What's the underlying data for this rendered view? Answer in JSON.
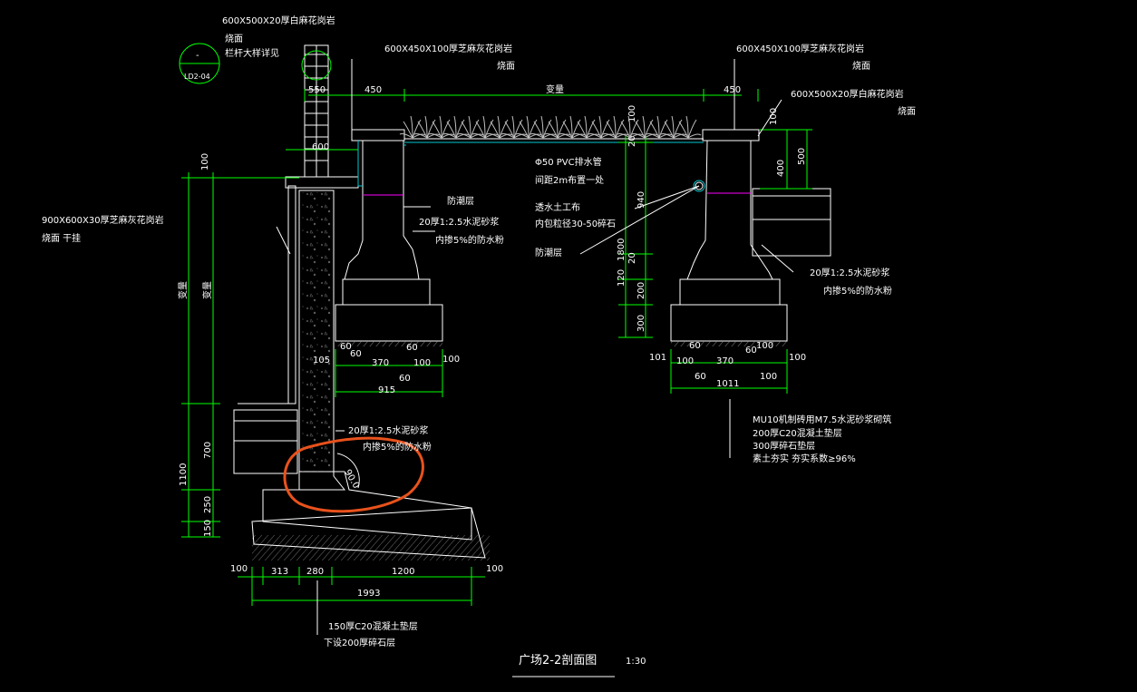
{
  "colors": {
    "background": "#000000",
    "dimension": "#00ff00",
    "outline": "#ffffff",
    "hatch": "#9a9a9a",
    "layer_cyan": "#00c8d0",
    "damp_proof": "#ff00ff",
    "highlight_circle": "#e8521c"
  },
  "title": {
    "name": "广场2-2剖面图",
    "scale": "1:30"
  },
  "detail_ref": {
    "top": "-",
    "bottom": "LD2-04"
  },
  "notes": {
    "railing_top_1": "600X500X20厚白麻花岗岩",
    "railing_top_2": "烧面",
    "railing_top_3": "栏杆大样详见",
    "left_cap_1": "600X450X100厚芝麻灰花岗岩",
    "left_cap_2": "烧面",
    "right_cap_1": "600X450X100厚芝麻灰花岗岩",
    "right_cap_2": "烧面",
    "right_paving_1": "600X500X20厚白麻花岗岩",
    "right_paving_2": "烧面",
    "wall_cladding_1": "900X600X30厚芝麻灰花岗岩",
    "wall_cladding_2": "烧面  干挂",
    "damp_left": "防潮层",
    "mortar_left_1": "20厚1:2.5水泥砂浆",
    "mortar_left_2": "内掺5%的防水粉",
    "drain_1": "Φ50 PVC排水管",
    "drain_2": "间距2m布置一处",
    "geotextile_1": "透水土工布",
    "geotextile_2": "内包粒径30-50碎石",
    "damp_mid": "防潮层",
    "mortar_right_1": "20厚1:2.5水泥砂浆",
    "mortar_right_2": "内掺5%的防水粉",
    "mortar_low_1": "20厚1:2.5水泥砂浆",
    "mortar_low_2": "内掺5%的防水粉",
    "masonry_1": "MU10机制砖用M7.5水泥砂浆砌筑",
    "masonry_2": "200厚C20混凝土垫层",
    "masonry_3": "300厚碎石垫层",
    "masonry_4": "素土夯实  夯实系数≥96%",
    "base_1": "150厚C20混凝土垫层",
    "base_2": "下设200厚碎石层"
  },
  "dims": {
    "d550": "550",
    "d450_left": "450",
    "d_var": "变量",
    "d450_right": "450",
    "d600": "600",
    "d100_top": "100",
    "d20": "20",
    "d100_cap": "100",
    "d100_right_cap": "100",
    "d400": "400",
    "d500": "500",
    "d940": "940",
    "d1800": "1800",
    "d20_b": "20",
    "d120": "120",
    "d200": "200",
    "d300": "300",
    "d100_left": "100",
    "var_a": "变量",
    "var_b": "变量",
    "d700": "700",
    "d1100": "1100",
    "d250": "250",
    "d150": "150",
    "d105": "105",
    "d60a": "60",
    "d60b": "60",
    "d60c": "60",
    "d370": "370",
    "d100a": "100",
    "d100b": "100",
    "d60d": "60",
    "d915": "915",
    "d101": "101",
    "r60a": "60",
    "r60b": "60",
    "r100a": "100",
    "r370": "370",
    "r100b": "100",
    "r100c": "100",
    "r60c": "60",
    "d1011": "1011",
    "angle": "90.0",
    "b100l": "100",
    "b313": "313",
    "b280": "280",
    "b1200": "1200",
    "b100r": "100",
    "b1993": "1993"
  }
}
